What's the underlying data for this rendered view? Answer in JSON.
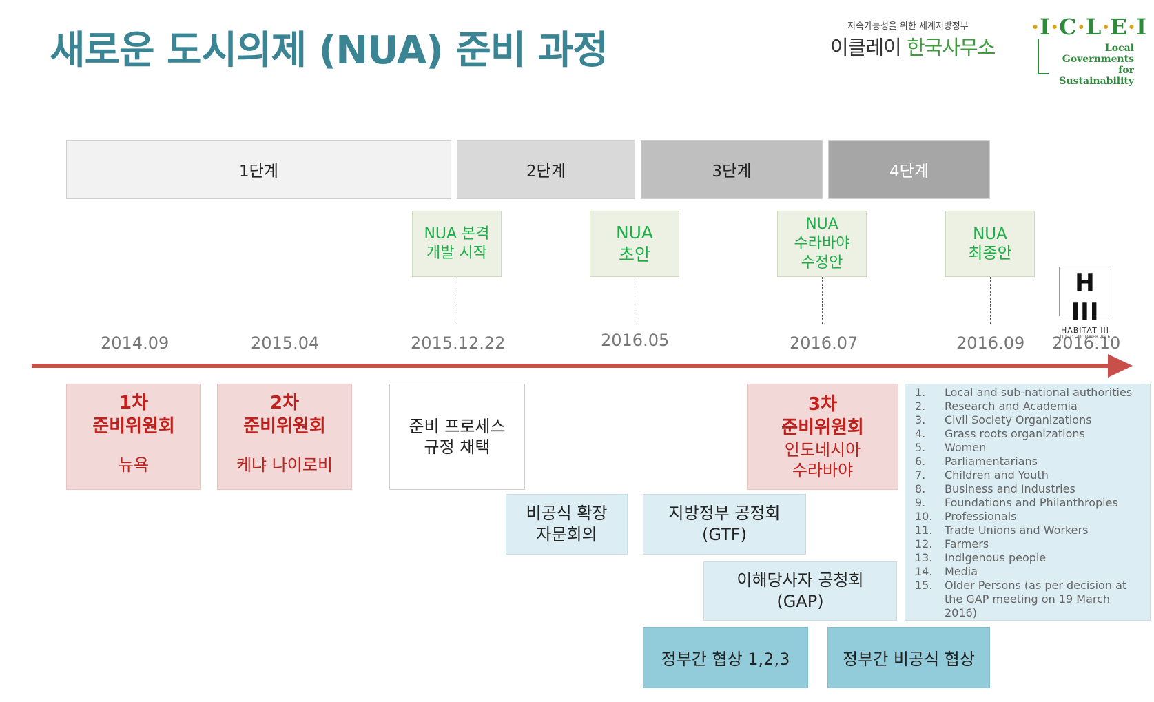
{
  "title": "새로운 도시의제 (NUA) 준비 과정",
  "logo": {
    "subtitle": "지속가능성을 위한 세계지방정부",
    "name_part1": "이클레이 ",
    "name_part2": "한국사무소",
    "iclei_letters": [
      "I",
      "C",
      "L",
      "E",
      "I"
    ],
    "iclei_tag": [
      "Local",
      "Governments",
      "for Sustainability"
    ]
  },
  "colors": {
    "title": "#3a8494",
    "timeline_arrow": "#c9504a",
    "milestone_text": "#1fae4a",
    "meeting_text": "#c0211d",
    "iclei_green": "#2f8a3c"
  },
  "stages": [
    {
      "label": "1단계",
      "color": "#f2f2f2",
      "text_color": "#222222"
    },
    {
      "label": "2단계",
      "color": "#d9d9d9",
      "text_color": "#222222"
    },
    {
      "label": "3단계",
      "color": "#bfbfbf",
      "text_color": "#222222"
    },
    {
      "label": "4단계",
      "color": "#a6a6a6",
      "text_color": "#ffffff"
    }
  ],
  "milestones": [
    {
      "line1": "NUA 본격",
      "line2": "개발 시작",
      "line3": ""
    },
    {
      "line1": "NUA",
      "line2": "초안",
      "line3": ""
    },
    {
      "line1": "NUA",
      "line2": "수라바야",
      "line3": "수정안"
    },
    {
      "line1": "NUA",
      "line2": "최종안",
      "line3": ""
    }
  ],
  "dates": [
    "2014.09",
    "2015.04",
    "2015.12.22",
    "2016.05",
    "2016.07",
    "2016.09",
    "2016.10"
  ],
  "habitat_logo": {
    "mark": "H III",
    "name": "HABITAT III",
    "sub": "QUITO – OCTOBER 2016"
  },
  "meetings": [
    {
      "name": "1차",
      "name2": "준비위원회",
      "place": "뉴욕",
      "place2": ""
    },
    {
      "name": "2차",
      "name2": "준비위원회",
      "place": "케냐 나이로비",
      "place2": ""
    },
    {
      "name": "3차",
      "name2": "준비위원회",
      "place": "인도네시아",
      "place2": "수라바야"
    }
  ],
  "process_rules": {
    "line1": "준비 프로세스",
    "line2": "규정 채택"
  },
  "informal_consult": {
    "line1": "비공식 확장",
    "line2": "자문회의"
  },
  "gtf": {
    "line1": "지방정부 공정회",
    "line2": "(GTF)"
  },
  "gap": {
    "line1": "이해당사자 공청회",
    "line2": "(GAP)"
  },
  "negotiations": {
    "intergov": "정부간 협상 1,2,3",
    "informal": "정부간 비공식 협상"
  },
  "major_groups": [
    {
      "num": "1.",
      "text": "Local and sub-national authorities"
    },
    {
      "num": "2.",
      "text": "Research and Academia"
    },
    {
      "num": "3.",
      "text": "Civil Society Organizations"
    },
    {
      "num": "4.",
      "text": "Grass roots organizations"
    },
    {
      "num": "5.",
      "text": "Women"
    },
    {
      "num": "6.",
      "text": "Parliamentarians"
    },
    {
      "num": "7.",
      "text": "Children and Youth"
    },
    {
      "num": "8.",
      "text": "Business and Industries"
    },
    {
      "num": "9.",
      "text": "Foundations and Philanthropies"
    },
    {
      "num": "10.",
      "text": "Professionals"
    },
    {
      "num": "11.",
      "text": "Trade Unions and Workers"
    },
    {
      "num": "12.",
      "text": "Farmers"
    },
    {
      "num": "13.",
      "text": "Indigenous people"
    },
    {
      "num": "14.",
      "text": "Media"
    },
    {
      "num": "15.",
      "text": "Older Persons (as per decision at the GAP meeting on 19 March 2016)"
    }
  ]
}
